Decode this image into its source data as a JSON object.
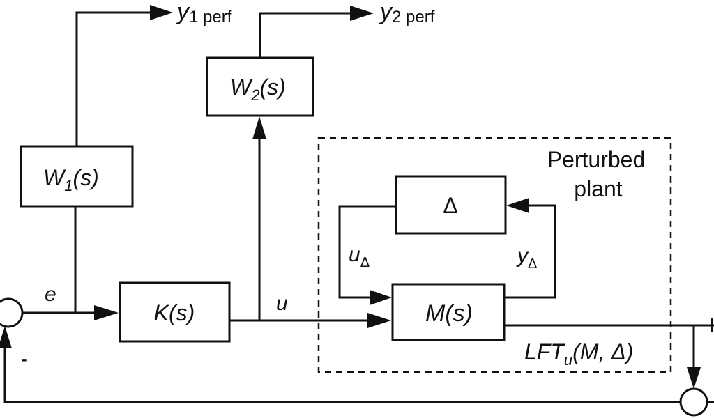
{
  "diagram": {
    "type": "block-diagram",
    "blocks": {
      "w1": "W",
      "w1_sub": "1",
      "w1_arg": "(s)",
      "w2": "W",
      "w2_sub": "2",
      "w2_arg": "(s)",
      "k": "K(s)",
      "delta": "Δ",
      "m": "M(s)"
    },
    "signals": {
      "y1_main": "y",
      "y1_sub": "1 perf",
      "y2_main": "y",
      "y2_sub": "2 perf",
      "e": "e",
      "u": "u",
      "u_delta_main": "u",
      "u_delta_sub": "Δ",
      "y_delta_main": "y",
      "y_delta_sub": "Δ",
      "minus": "-"
    },
    "region": {
      "title_line1": "Perturbed",
      "title_line2": "plant",
      "lft_main": "LFT",
      "lft_sub": "u",
      "lft_args": "(M, Δ)"
    }
  }
}
